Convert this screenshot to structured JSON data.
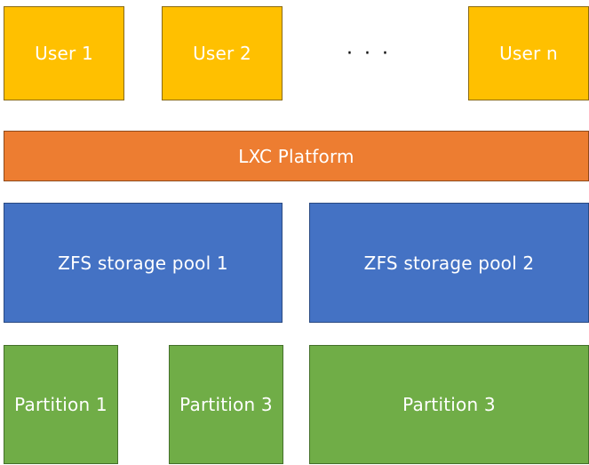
{
  "users": {
    "user1": "User 1",
    "user2": "User 2",
    "ellipsis": "· · ·",
    "usern": "User n"
  },
  "platform": {
    "label": "LXC Platform"
  },
  "pools": {
    "pool1": "ZFS storage pool 1",
    "pool2": "ZFS storage pool 2"
  },
  "partitions": {
    "p1": "Partition 1",
    "p2": "Partition 3",
    "p3": "Partition 3"
  },
  "colors": {
    "user": "#ffc000",
    "platform": "#ed7d31",
    "pool": "#4472c4",
    "partition": "#70ad47"
  }
}
